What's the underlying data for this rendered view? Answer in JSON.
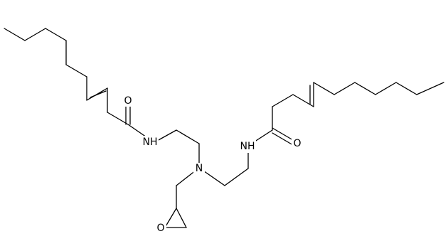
{
  "atom_labels": {
    "left_amide_O": "O",
    "left_amide_NH": "NH",
    "central_N": "N",
    "right_amide_NH": "NH",
    "right_amide_O": "O",
    "epoxide_O": "O"
  },
  "colors": {
    "background": "#ffffff",
    "bond": "#000000",
    "label": "#000000"
  }
}
